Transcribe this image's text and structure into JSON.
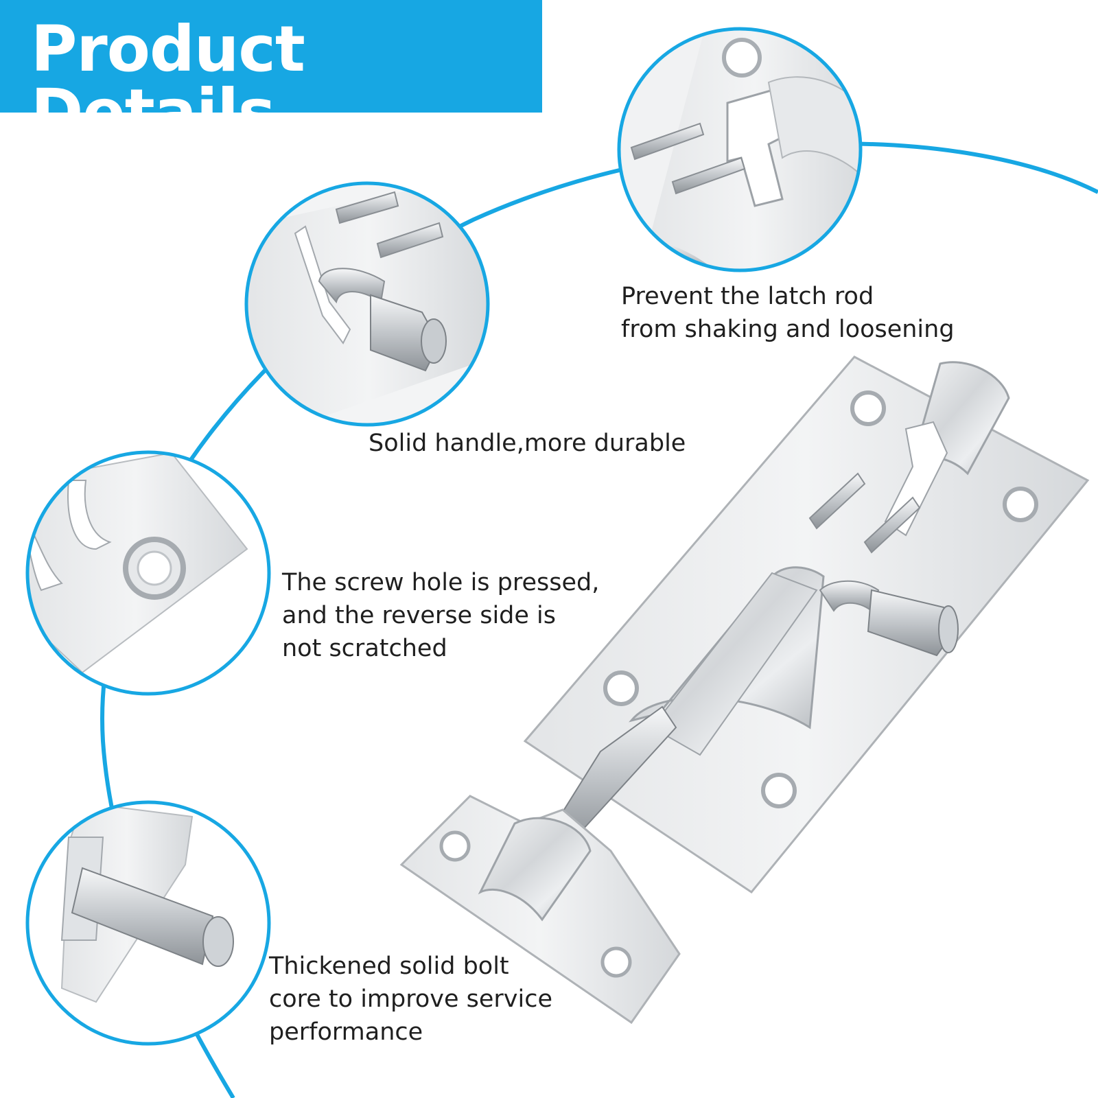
{
  "header": {
    "title": "Product Details",
    "background_color": "#17a7e3",
    "text_color": "#ffffff"
  },
  "accent_color": "#17a7e3",
  "features": [
    {
      "icon": "latch-clip-closeup",
      "lines": [
        "Prevent the latch rod",
        "from shaking and loosening"
      ]
    },
    {
      "icon": "solid-handle-closeup",
      "lines": [
        "Solid handle,more durable"
      ]
    },
    {
      "icon": "screw-hole-closeup",
      "lines": [
        "The screw hole is pressed,",
        "and the reverse side is",
        "not scratched"
      ]
    },
    {
      "icon": "bolt-core-closeup",
      "lines": [
        "Thickened solid bolt",
        "core to improve service",
        "performance"
      ]
    }
  ],
  "product": {
    "icon": "barrel-bolt-latch"
  }
}
